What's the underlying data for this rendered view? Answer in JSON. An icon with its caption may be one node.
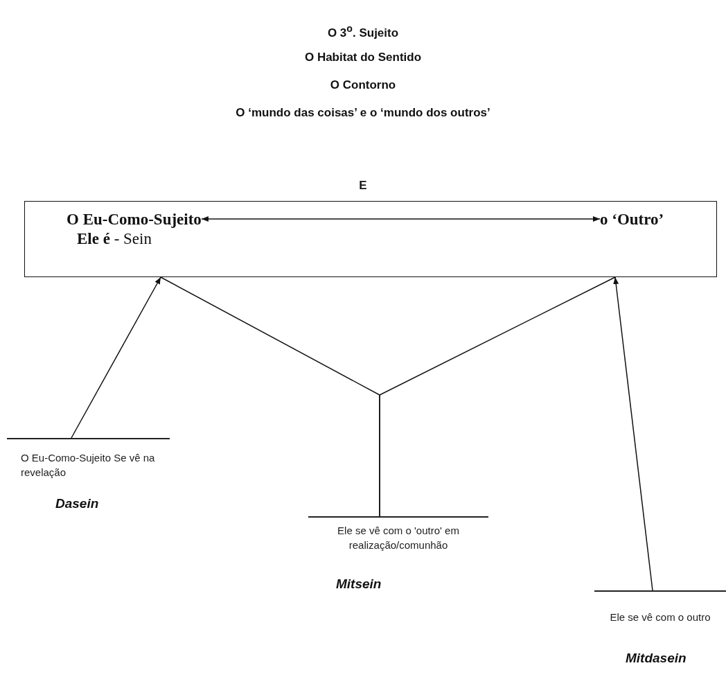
{
  "diagram": {
    "title": "O 3$^{o}$. Sujeito",
    "nodes": [
      {
        "text": [],
        "shape": "box"
      },
      {
        "text": [
          "O Eu-Como-Sujeito",
          "**Ele é** - Sein"
        ],
        "in": 0
      },
      {
        "text": [
          "o ‘Outro’"
        ],
        "in": 0
      },
      {
        "text": [
          "O Eu-Como-Sujeito Se vê na revelação"
        ],
        "beside": [
          "Dasein"
        ]
      },
      {
        "text": [
          "Ele se vê com o 'outro' em realização/comunhão"
        ],
        "beside": [
          "Mitsein"
        ]
      },
      {
        "text": [
          "Ele se vê com o outro"
        ],
        "beside": [
          "Mitdasein"
        ]
      }
    ],
    "edges": [
      {
        "from": 1,
        "to": 2,
        "arrow": "both"
      },
      {
        "from": 3,
        "to": 0,
        "arrow": "to"
      },
      {
        "from": 4,
        "to": 0,
        "arrow": "none"
      },
      {
        "from": 4,
        "to": 0,
        "arrow": "none"
      },
      {
        "from": 5,
        "to": 0,
        "arrow": "to"
      }
    ],
    "labels": [
      "O Habitat do Sentido",
      "O Contorno",
      "O ‘mundo das coisas’ e o ‘mundo dos outros’",
      "E"
    ]
  }
}
